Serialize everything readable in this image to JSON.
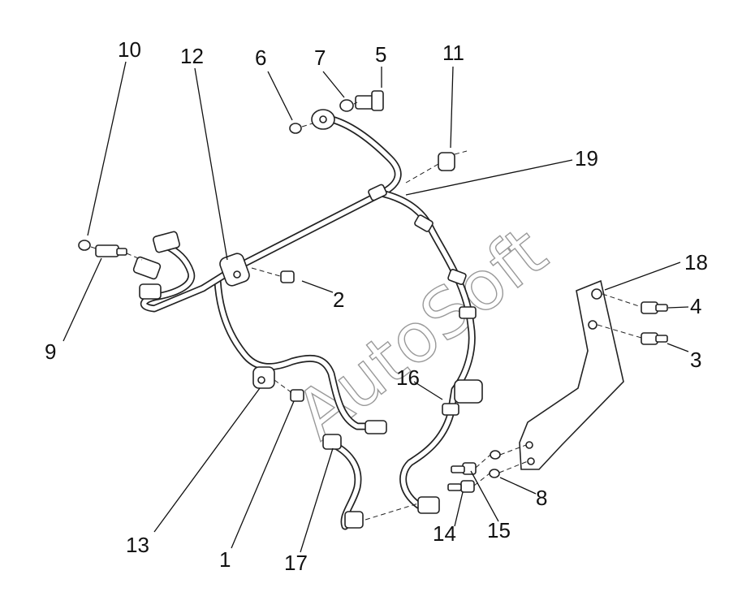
{
  "watermark": "AutoSoft",
  "callouts": [
    {
      "id": "10",
      "label": "10"
    },
    {
      "id": "12",
      "label": "12"
    },
    {
      "id": "6",
      "label": "6"
    },
    {
      "id": "7",
      "label": "7"
    },
    {
      "id": "5",
      "label": "5"
    },
    {
      "id": "11",
      "label": "11"
    },
    {
      "id": "19",
      "label": "19"
    },
    {
      "id": "18",
      "label": "18"
    },
    {
      "id": "4",
      "label": "4"
    },
    {
      "id": "3",
      "label": "3"
    },
    {
      "id": "2",
      "label": "2"
    },
    {
      "id": "9",
      "label": "9"
    },
    {
      "id": "16",
      "label": "16"
    },
    {
      "id": "8",
      "label": "8"
    },
    {
      "id": "15",
      "label": "15"
    },
    {
      "id": "14",
      "label": "14"
    },
    {
      "id": "13",
      "label": "13"
    },
    {
      "id": "1",
      "label": "1"
    },
    {
      "id": "17",
      "label": "17"
    }
  ]
}
